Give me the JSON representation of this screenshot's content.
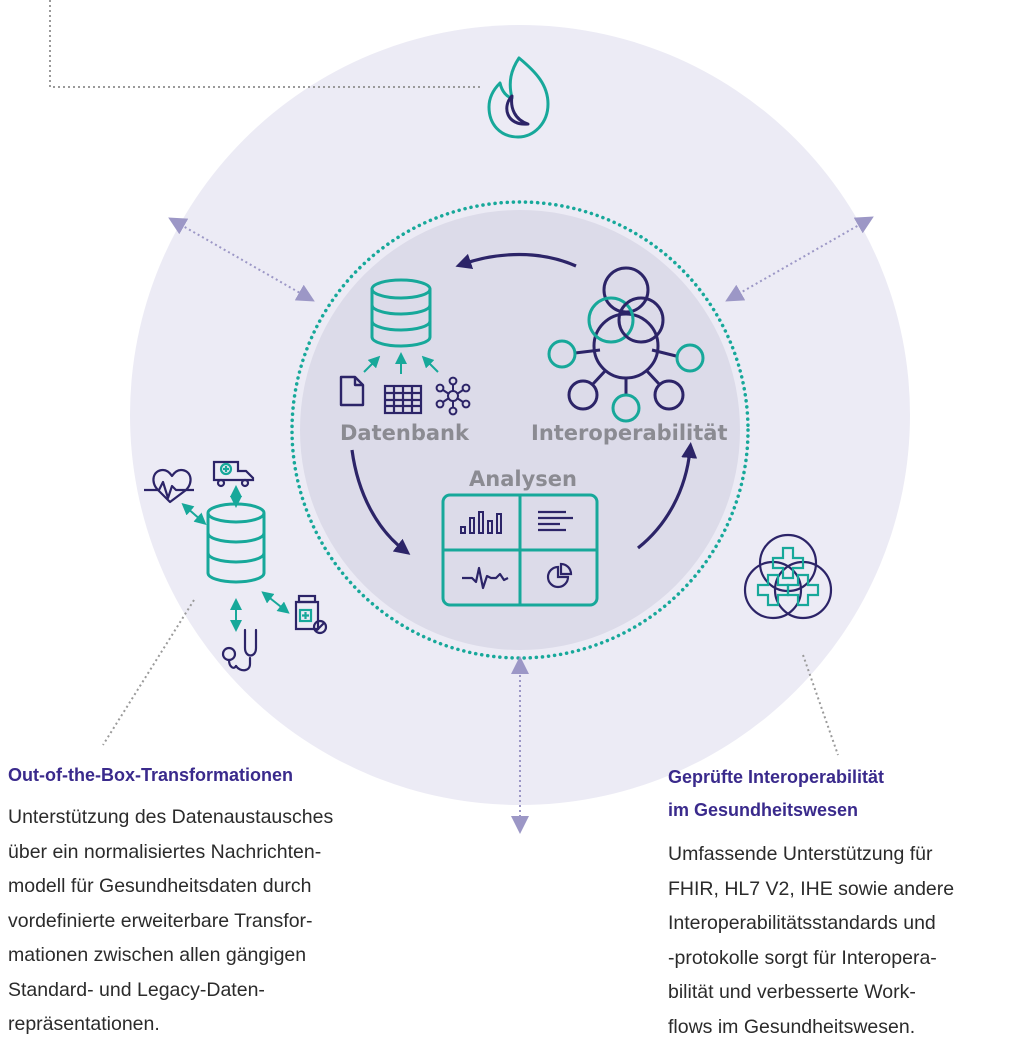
{
  "labels": {
    "datenbank": "Datenbank",
    "interoperabilitaet": "Interoperabilität",
    "analysen": "Analysen"
  },
  "left_block": {
    "title": "Out-of-the-Box-Transformationen",
    "body_lines": [
      "Unterstützung des Datenaustausches",
      "über ein normalisiertes Nachrichten-",
      "modell für Gesundheitsdaten durch",
      "vordefinierte erweiterbare Transfor-",
      "mationen zwischen allen gängigen",
      "Standard- und Legacy-Daten-",
      "repräsentationen."
    ]
  },
  "right_block": {
    "title_lines": [
      "Geprüfte Interoperabilität",
      "im Gesundheitswesen"
    ],
    "body_lines": [
      "Umfassende Unterstützung für",
      "FHIR, HL7 V2, IHE sowie andere",
      "Interoperabilitätsstandards und",
      "-protokolle sorgt für Interopera-",
      "bilität und verbesserte Work-",
      "flows im Gesundheitswesen."
    ]
  },
  "icons": [
    "flame-moon-icon",
    "database-icon",
    "document-icon",
    "table-icon",
    "network-icon",
    "interoperability-circles-icon",
    "bar-chart-icon",
    "text-lines-icon",
    "waveform-icon",
    "pie-chart-icon",
    "heart-rate-icon",
    "ambulance-icon",
    "database-icon",
    "medicine-bottle-icon",
    "stethoscope-icon",
    "medical-crosses-icon"
  ],
  "colors": {
    "outer_circle": "#ecebf5",
    "inner_circle": "#dcdbe9",
    "teal": "#17a89a",
    "navy": "#2c2468",
    "purple": "#3a2a8c",
    "grey_label": "#8b8b92",
    "connector": "#9c97c6"
  }
}
